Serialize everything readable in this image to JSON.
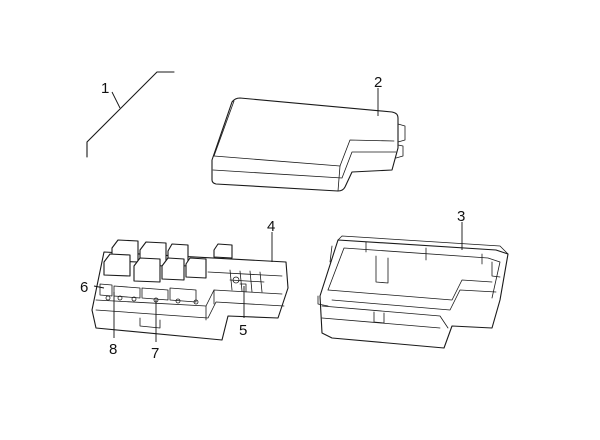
{
  "diagram": {
    "callouts": [
      {
        "id": "c1",
        "label": "1"
      },
      {
        "id": "c2",
        "label": "2"
      },
      {
        "id": "c3",
        "label": "3"
      },
      {
        "id": "c4",
        "label": "4"
      },
      {
        "id": "c5",
        "label": "5"
      },
      {
        "id": "c6",
        "label": "6"
      },
      {
        "id": "c7",
        "label": "7"
      },
      {
        "id": "c8",
        "label": "8"
      }
    ],
    "colors": {
      "line": "#1a1a1a",
      "background": "#ffffff"
    }
  }
}
